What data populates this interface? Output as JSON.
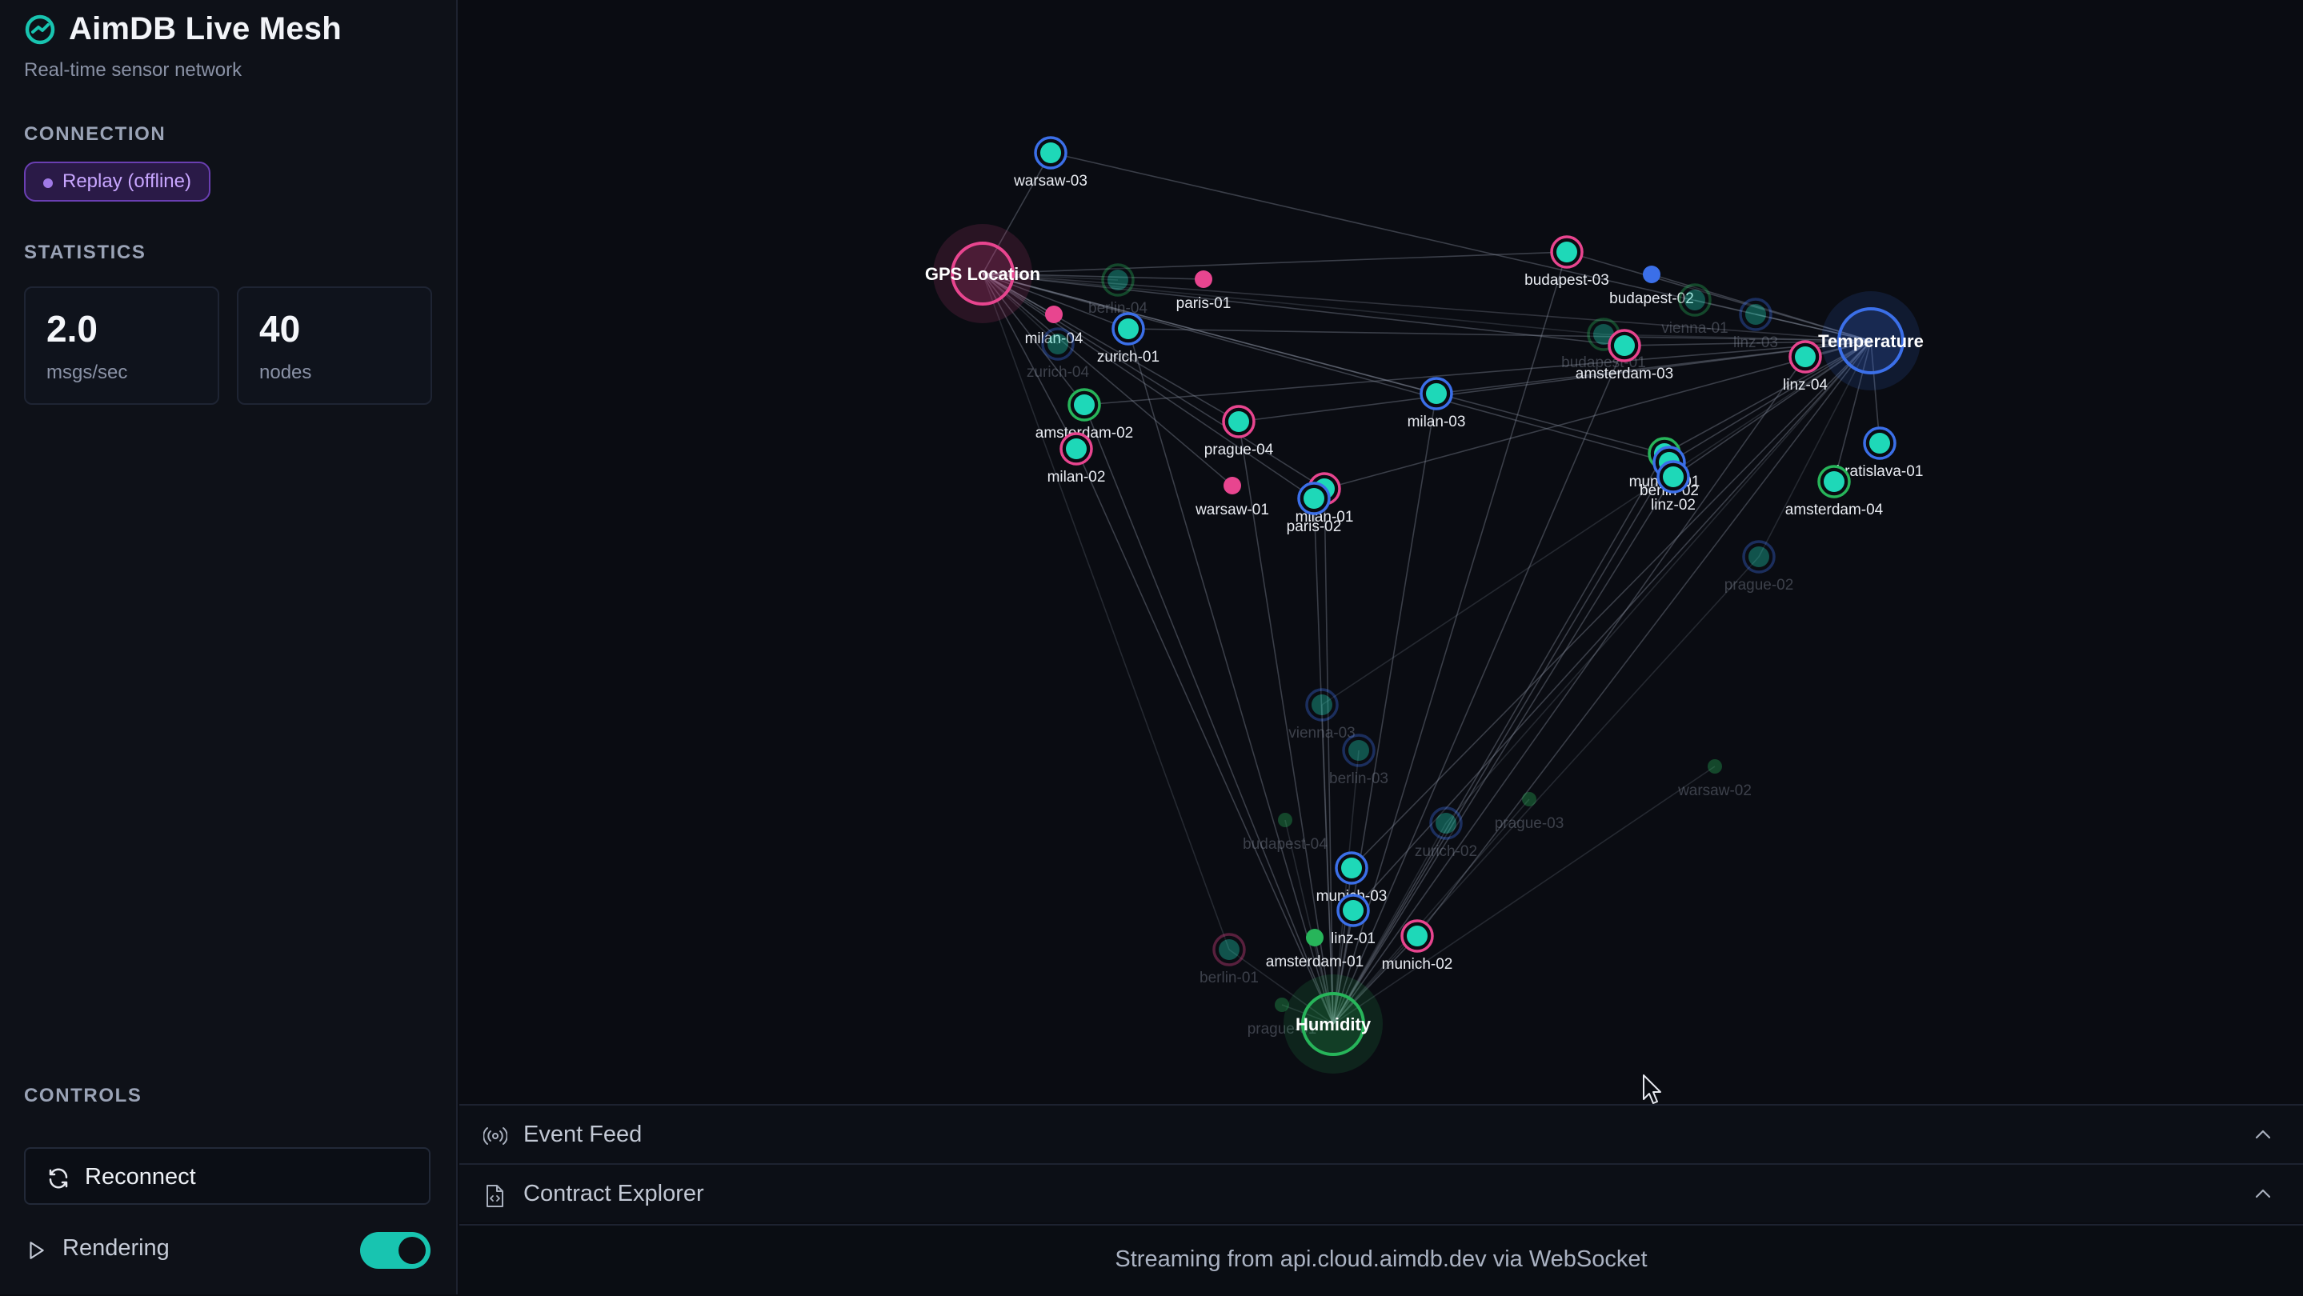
{
  "app": {
    "title": "AimDB Live Mesh",
    "subtitle": "Real-time sensor network"
  },
  "sidebar": {
    "connection_heading": "CONNECTION",
    "connection_status": "Replay (offline)",
    "statistics_heading": "STATISTICS",
    "stats": [
      {
        "value": "2.0",
        "label": "msgs/sec"
      },
      {
        "value": "40",
        "label": "nodes"
      }
    ],
    "controls_heading": "CONTROLS",
    "reconnect_label": "Reconnect",
    "rendering_label": "Rendering",
    "rendering_enabled": true
  },
  "colors": {
    "accent": "#18c4b0",
    "gps": "#e8458f",
    "temperature": "#3b6fe8",
    "humidity": "#27b55a",
    "node_fill": "#1ed8b8"
  },
  "graph": {
    "hubs": [
      {
        "id": "gps",
        "label": "GPS Location"
      },
      {
        "id": "temperature",
        "label": "Temperature"
      },
      {
        "id": "humidity",
        "label": "Humidity"
      }
    ],
    "nodes": [
      {
        "label": "warsaw-03",
        "active": true
      },
      {
        "label": "berlin-04",
        "active": false
      },
      {
        "label": "paris-01",
        "active": true
      },
      {
        "label": "milan-04",
        "active": true
      },
      {
        "label": "zurich-01",
        "active": true
      },
      {
        "label": "zurich-04",
        "active": false
      },
      {
        "label": "amsterdam-02",
        "active": true
      },
      {
        "label": "milan-02",
        "active": true
      },
      {
        "label": "prague-04",
        "active": true
      },
      {
        "label": "warsaw-01",
        "active": true
      },
      {
        "label": "milan-01",
        "active": true
      },
      {
        "label": "paris-02",
        "active": true
      },
      {
        "label": "milan-03",
        "active": true
      },
      {
        "label": "budapest-03",
        "active": true
      },
      {
        "label": "budapest-02",
        "active": true
      },
      {
        "label": "vienna-01",
        "active": false
      },
      {
        "label": "linz-03",
        "active": false
      },
      {
        "label": "budapest-01",
        "active": false
      },
      {
        "label": "amsterdam-03",
        "active": true
      },
      {
        "label": "linz-04",
        "active": true
      },
      {
        "label": "munich-01",
        "active": true
      },
      {
        "label": "berlin-02",
        "active": true
      },
      {
        "label": "linz-02",
        "active": true
      },
      {
        "label": "bratislava-01",
        "active": true
      },
      {
        "label": "amsterdam-04",
        "active": true
      },
      {
        "label": "prague-02",
        "active": false
      },
      {
        "label": "vienna-03",
        "active": false
      },
      {
        "label": "berlin-03",
        "active": false
      },
      {
        "label": "warsaw-02",
        "active": false
      },
      {
        "label": "budapest-04",
        "active": false
      },
      {
        "label": "zurich-02",
        "active": false
      },
      {
        "label": "prague-03",
        "active": false
      },
      {
        "label": "munich-03",
        "active": true
      },
      {
        "label": "linz-01",
        "active": true
      },
      {
        "label": "amsterdam-01",
        "active": true
      },
      {
        "label": "munich-02",
        "active": true
      },
      {
        "label": "berlin-01",
        "active": false
      },
      {
        "label": "prague-01",
        "active": false
      }
    ]
  },
  "panels": {
    "event_feed": "Event Feed",
    "contract_explorer": "Contract Explorer"
  },
  "footer": {
    "status": "Streaming from api.cloud.aimdb.dev via WebSocket"
  }
}
